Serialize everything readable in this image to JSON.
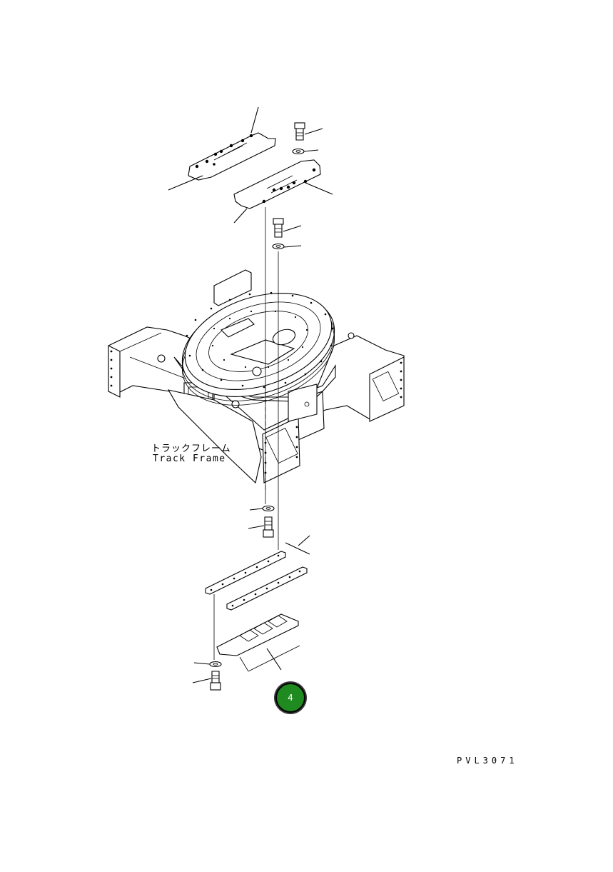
{
  "diagram": {
    "labels": {
      "track_frame_jp": "トラックフレーム",
      "track_frame_en": "Track Frame"
    },
    "drawing_code": "PVL3071",
    "page_marker": "4"
  }
}
